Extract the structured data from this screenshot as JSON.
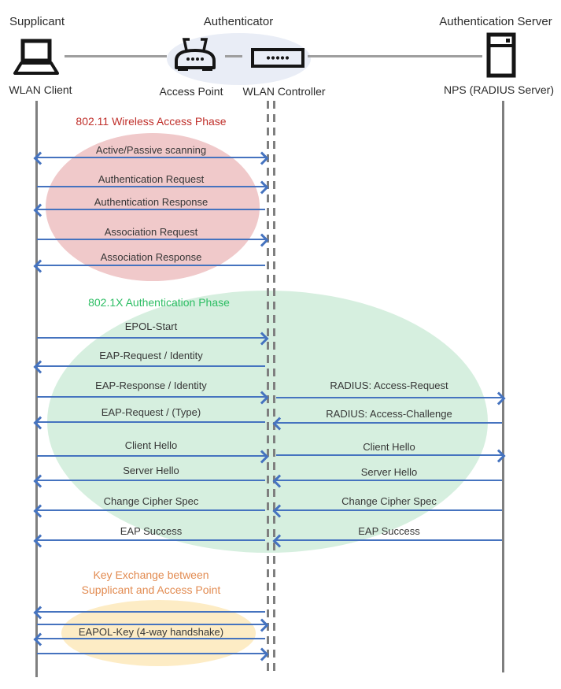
{
  "theme": {
    "arrow": "#4573BF",
    "lifeline": "#7F7F7F",
    "connector": "#9E9E9E",
    "text": "#363636",
    "phase1": "#C0302B",
    "phase2": "#2DBE64",
    "phase3": "#E28B51",
    "ellipse1": "#F0C9CA",
    "ellipse2": "#D6EFDF",
    "ellipse3": "#FDECC5",
    "ellipse-hdr": "#E9EDF6",
    "icon": "#151515"
  },
  "actors": {
    "supplicant": {
      "role": "Supplicant",
      "device": "WLAN Client"
    },
    "authenticator": {
      "role": "Authenticator",
      "device_ap": "Access Point",
      "device_wlc": "WLAN Controller"
    },
    "auth_server": {
      "role": "Authentication Server",
      "device": "NPS (RADIUS Server)"
    }
  },
  "phases": {
    "wireless": {
      "title": "802.11 Wireless Access Phase"
    },
    "dot1x": {
      "title": "802.1X Authentication Phase"
    },
    "key_exchange": {
      "title_line1": "Key Exchange between",
      "title_line2": "Supplicant and Access Point"
    }
  },
  "messages": {
    "left": [
      {
        "label": "Active/Passive scanning",
        "direction": "both"
      },
      {
        "label": "Authentication Request",
        "direction": "right"
      },
      {
        "label": "Authentication Response",
        "direction": "left"
      },
      {
        "label": "Association Request",
        "direction": "right"
      },
      {
        "label": "Association Response",
        "direction": "left"
      },
      {
        "label": "EPOL-Start",
        "direction": "right"
      },
      {
        "label": "EAP-Request / Identity",
        "direction": "left"
      },
      {
        "label": "EAP-Response / Identity",
        "direction": "right"
      },
      {
        "label": "EAP-Request / (Type)",
        "direction": "left"
      },
      {
        "label": "Client Hello",
        "direction": "right"
      },
      {
        "label": "Server Hello",
        "direction": "left"
      },
      {
        "label": "Change Cipher Spec",
        "direction": "left"
      },
      {
        "label": "EAP Success",
        "direction": "left"
      },
      {
        "label": "EAPOL-Key (4-way handshake)",
        "direction": "left,right,left,right"
      }
    ],
    "right": [
      {
        "label": "RADIUS: Access-Request",
        "direction": "right"
      },
      {
        "label": "RADIUS: Access-Challenge",
        "direction": "left"
      },
      {
        "label": "Client Hello",
        "direction": "right"
      },
      {
        "label": "Server Hello",
        "direction": "left"
      },
      {
        "label": "Change Cipher Spec",
        "direction": "left"
      },
      {
        "label": "EAP Success",
        "direction": "left"
      }
    ]
  }
}
